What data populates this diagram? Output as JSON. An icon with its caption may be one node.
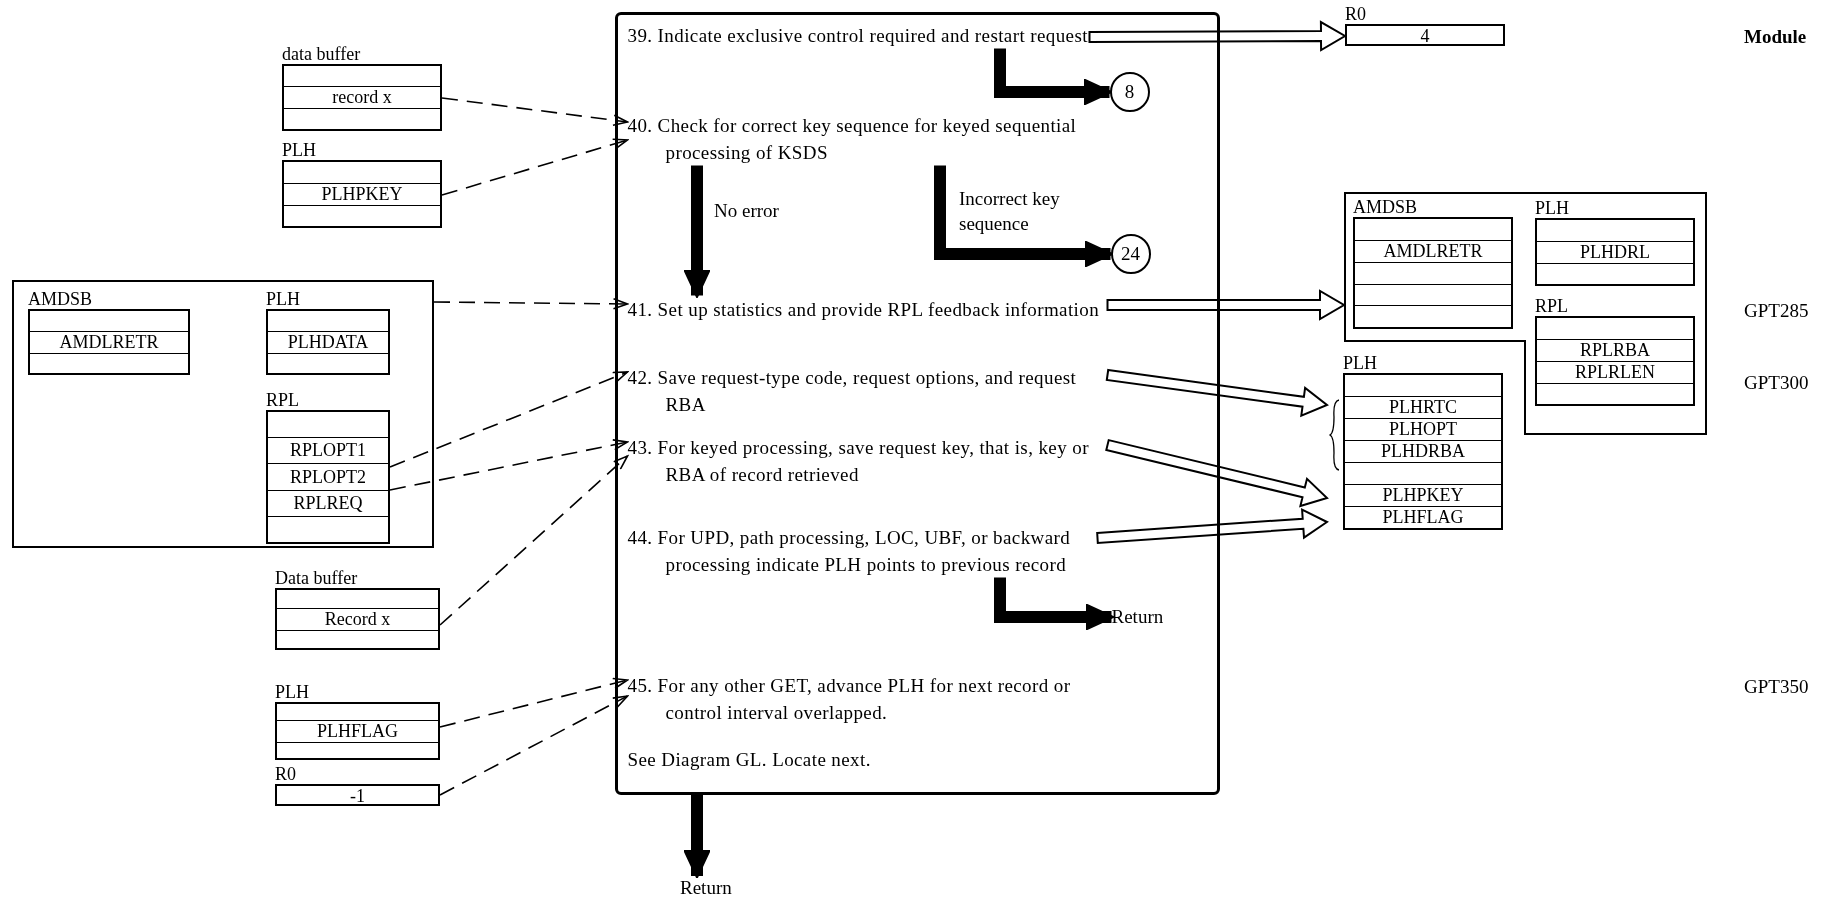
{
  "diagram": {
    "nodes": [
      {
        "text": [
          "data buffer",
          "record x"
        ]
      },
      {
        "text": [
          "PLH",
          "PLHPKEY"
        ]
      },
      {
        "text": [],
        "shape": "box"
      },
      {
        "text": [
          "AMDSB",
          "AMDLRETR"
        ],
        "in": 2
      },
      {
        "text": [
          "PLH",
          "PLHDATA"
        ],
        "in": 2
      },
      {
        "text": [
          "RPL",
          "RPLOPT1",
          "RPLOPT2",
          "RPLREQ"
        ],
        "in": 2
      },
      {
        "text": [
          "Data buffer",
          "Record x"
        ]
      },
      {
        "text": [
          "PLH",
          "PLHFLAG"
        ]
      },
      {
        "text": [
          "R0",
          "-1"
        ]
      },
      {
        "text": [],
        "shape": "box"
      },
      {
        "text": [
          "39. Indicate exclusive control required and restart request"
        ],
        "in": 9
      },
      {
        "text": [
          "8"
        ],
        "in": 9
      },
      {
        "text": [
          "40. Check for correct key sequence for keyed sequential processing of KSDS"
        ],
        "in": 9
      },
      {
        "text": [
          "24"
        ],
        "in": 9
      },
      {
        "text": [
          "41. Set up statistics and provide RPL feedback information"
        ],
        "in": 9
      },
      {
        "text": [
          "42. Save request-type code, request options, and request RBA"
        ],
        "in": 9
      },
      {
        "text": [
          "43. For keyed processing, save request key, that is, key or RBA of record retrieved"
        ],
        "in": 9
      },
      {
        "text": [
          "44. For UPD, path processing, LOC, UBF, or backward processing indicate PLH points to previous record"
        ],
        "in": 9
      },
      {
        "text": [
          "Return"
        ],
        "in": 9
      },
      {
        "text": [
          "45. For any other GET, advance PLH for next record or control interval overlapped.",
          "See Diagram GL. Locate next."
        ],
        "in": 9
      },
      {
        "text": [
          "Return"
        ]
      },
      {
        "text": [
          "R0",
          "4"
        ]
      },
      {
        "text": [],
        "shape": "box"
      },
      {
        "text": [
          "AMDSB",
          "AMDLRETR"
        ],
        "in": 22
      },
      {
        "text": [
          "PLH",
          "PLHDRL"
        ],
        "in": 22
      },
      {
        "text": [
          "RPL",
          "RPLRBA",
          "RPLRLEN"
        ],
        "in": 22
      },
      {
        "text": [
          "PLH",
          "PLHRTC",
          "PLHOPT",
          "PLHDRBA",
          "PLHPKEY",
          "PLHFLAG"
        ]
      }
    ],
    "edges": [
      {
        "from": 0,
        "to": 12,
        "arrow": "to",
        "style": "dashed"
      },
      {
        "from": 1,
        "to": 12,
        "arrow": "to",
        "style": "dashed"
      },
      {
        "from": 2,
        "to": 14,
        "arrow": "to",
        "style": "dashed"
      },
      {
        "from": 5,
        "to": 15,
        "arrow": "to",
        "style": "dashed"
      },
      {
        "from": 5,
        "to": 16,
        "arrow": "to",
        "style": "dashed"
      },
      {
        "from": 6,
        "to": 16,
        "arrow": "to",
        "style": "dashed"
      },
      {
        "from": 7,
        "to": 19,
        "arrow": "to",
        "style": "dashed"
      },
      {
        "from": 8,
        "to": 19,
        "arrow": "to",
        "style": "dashed"
      },
      {
        "from": 10,
        "to": 11,
        "arrow": "to",
        "style": "thick"
      },
      {
        "from": 12,
        "to": 14,
        "arrow": "to",
        "style": "thick",
        "label": "No error"
      },
      {
        "from": 12,
        "to": 13,
        "arrow": "to",
        "style": "thick",
        "label": "Incorrect key sequence"
      },
      {
        "from": 17,
        "to": 18,
        "arrow": "to",
        "style": "thick"
      },
      {
        "from": 9,
        "to": 20,
        "arrow": "to",
        "style": "thick"
      },
      {
        "from": 10,
        "to": 21,
        "arrow": "to"
      },
      {
        "from": 14,
        "to": 22,
        "arrow": "to"
      },
      {
        "from": 15,
        "to": 26,
        "arrow": "to"
      },
      {
        "from": 16,
        "to": 26,
        "arrow": "to"
      },
      {
        "from": 17,
        "to": 26,
        "arrow": "to"
      }
    ],
    "labels": [
      "Module",
      "GPT285",
      "GPT300",
      "GPT350"
    ]
  }
}
